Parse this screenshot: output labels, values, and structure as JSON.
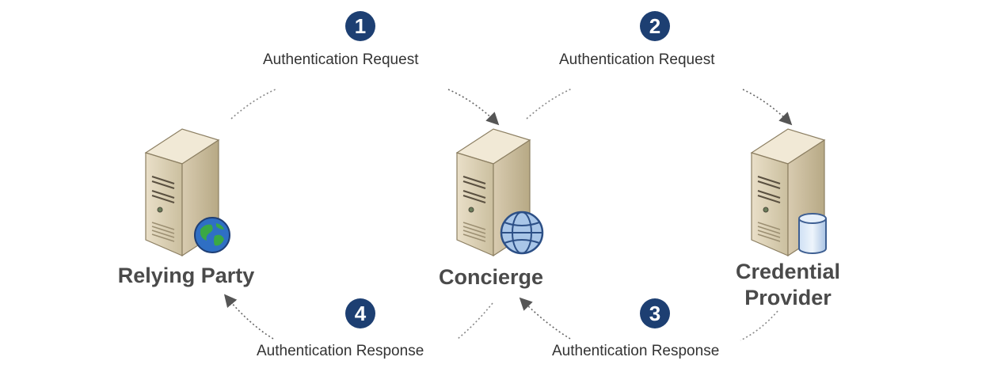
{
  "nodes": {
    "relying_party": "Relying  Party",
    "concierge": "Concierge",
    "credential_provider": "Credential\nProvider"
  },
  "steps": [
    {
      "number": "1",
      "label": "Authentication Request"
    },
    {
      "number": "2",
      "label": "Authentication Request"
    },
    {
      "number": "3",
      "label": "Authentication Response"
    },
    {
      "number": "4",
      "label": "Authentication Response"
    }
  ],
  "colors": {
    "badge": "#1d3f72",
    "label_text": "#4a4a4a",
    "arrow": "#555555"
  }
}
